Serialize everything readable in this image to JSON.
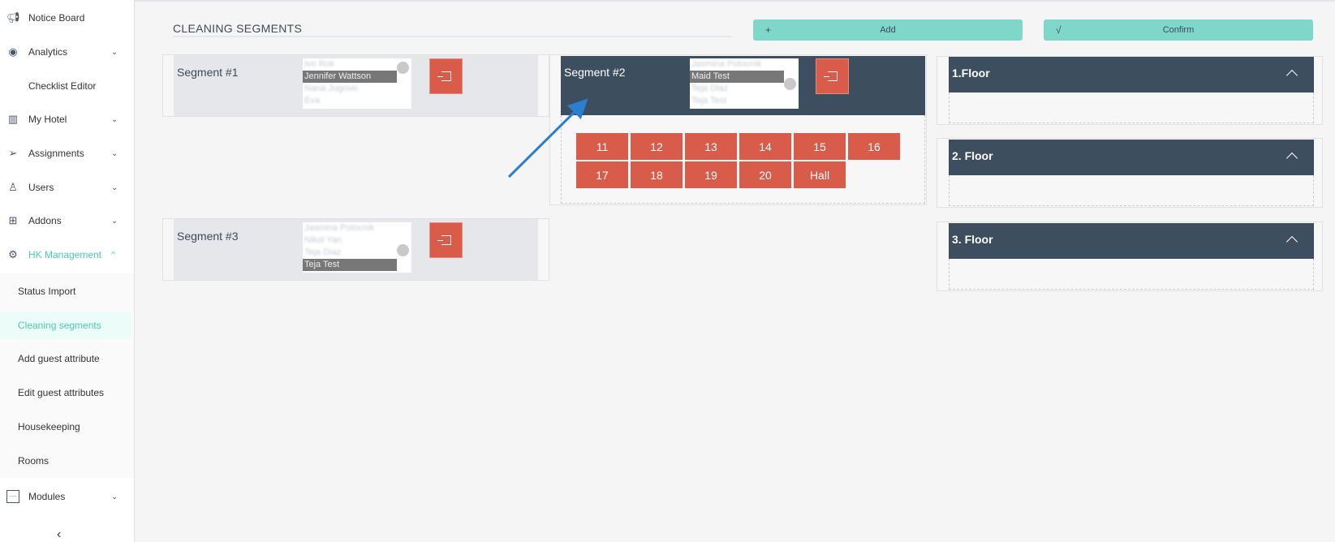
{
  "sidebar": {
    "items": [
      {
        "label": "Notice Board",
        "icon": "megaphone-icon"
      },
      {
        "label": "Analytics",
        "icon": "eye-icon"
      },
      {
        "label": "Checklist Editor",
        "icon": ""
      },
      {
        "label": "My Hotel",
        "icon": "building-icon"
      },
      {
        "label": "Assignments",
        "icon": "paper-plane-icon"
      },
      {
        "label": "Users",
        "icon": "user-icon"
      },
      {
        "label": "Addons",
        "icon": "grid-icon"
      },
      {
        "label": "HK Management",
        "icon": "gear-icon"
      }
    ],
    "subitems": [
      "Status Import",
      "Cleaning segments",
      "Add guest attribute",
      "Edit guest attributes",
      "Housekeeping",
      "Rooms"
    ],
    "modules": {
      "label": "Modules",
      "icon": "dots-icon"
    },
    "active_color": "#4fc7b5"
  },
  "header": {
    "title": "CLEANING SEGMENTS",
    "add_label": "Add",
    "add_icon": "+",
    "confirm_label": "Confirm",
    "confirm_icon": "√"
  },
  "segments": [
    {
      "name": "Segment #1",
      "staff": [
        "Ivo Rok",
        "Jennifer Wattson",
        "Nana Jugovic",
        "Eva"
      ],
      "selected": 1
    },
    {
      "name": "Segment #2",
      "staff": [
        "Jasmina Potocnik",
        "Maid Test",
        "Teja Diaz",
        "Teja Test"
      ],
      "selected": 1,
      "rooms": [
        "11",
        "12",
        "13",
        "14",
        "15",
        "16",
        "17",
        "18",
        "19",
        "20",
        "Hall"
      ]
    },
    {
      "name": "Segment #3",
      "staff": [
        "Jasmina Potocnik",
        "Nikol Yan",
        "Teja Diaz",
        "Teja Test"
      ],
      "selected": 3
    }
  ],
  "floors": [
    {
      "label": "1.Floor"
    },
    {
      "label": "2. Floor"
    },
    {
      "label": "3. Floor"
    }
  ],
  "colors": {
    "accent": "#7fd7ca",
    "room": "#d95b4a",
    "dark": "#3d4e5e",
    "arrow": "#2a7fd0"
  }
}
